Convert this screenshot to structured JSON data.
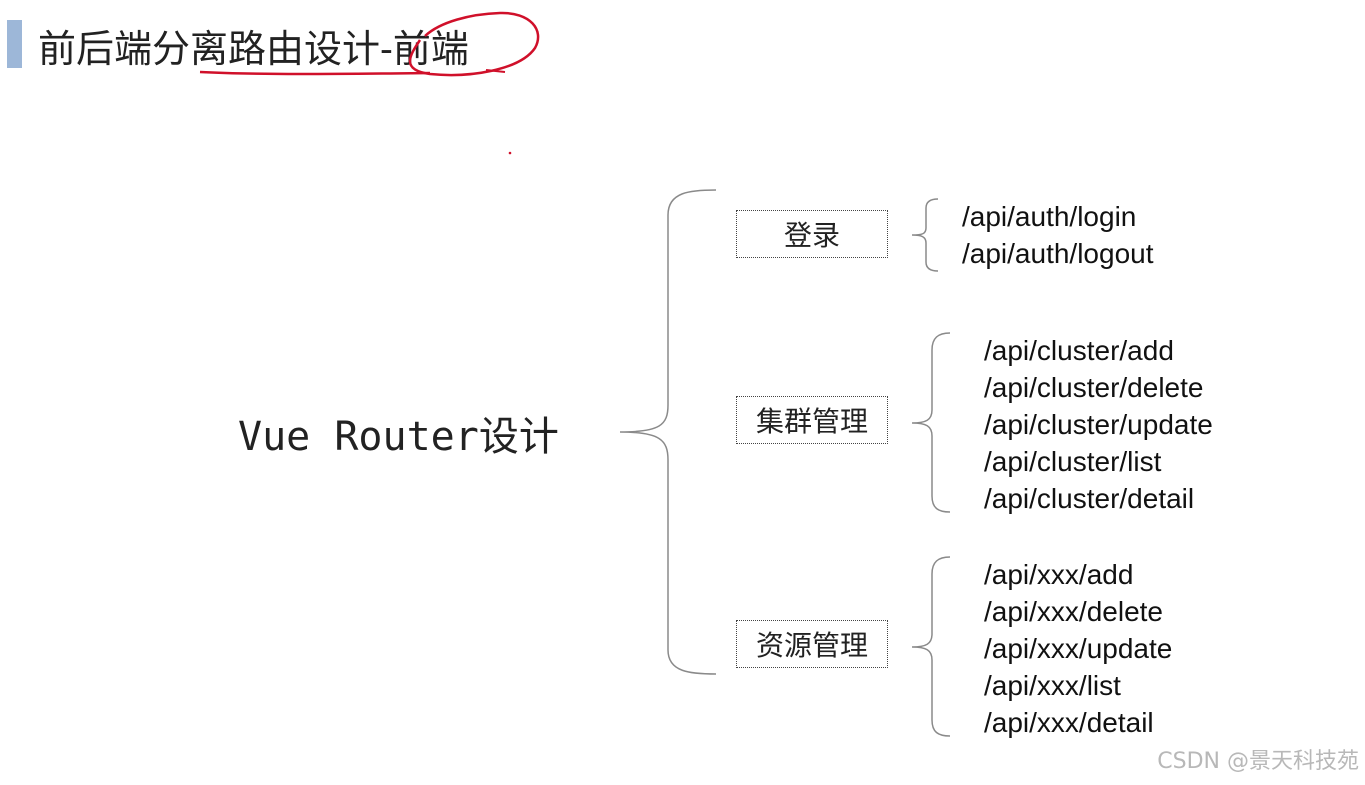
{
  "title": "前后端分离路由设计-前端",
  "root": "Vue Router设计",
  "groups": [
    {
      "label": "登录",
      "routes": [
        "/api/auth/login",
        "/api/auth/logout"
      ]
    },
    {
      "label": "集群管理",
      "routes": [
        "/api/cluster/add",
        "/api/cluster/delete",
        "/api/cluster/update",
        "/api/cluster/list",
        "/api/cluster/detail"
      ]
    },
    {
      "label": "资源管理",
      "routes": [
        "/api/xxx/add",
        "/api/xxx/delete",
        "/api/xxx/update",
        "/api/xxx/list",
        "/api/xxx/detail"
      ]
    }
  ],
  "watermark": "CSDN @景天科技苑",
  "colors": {
    "accent_bar": "#9db7d8",
    "annotation": "#d0102a",
    "brace": "#8a8a8a"
  }
}
